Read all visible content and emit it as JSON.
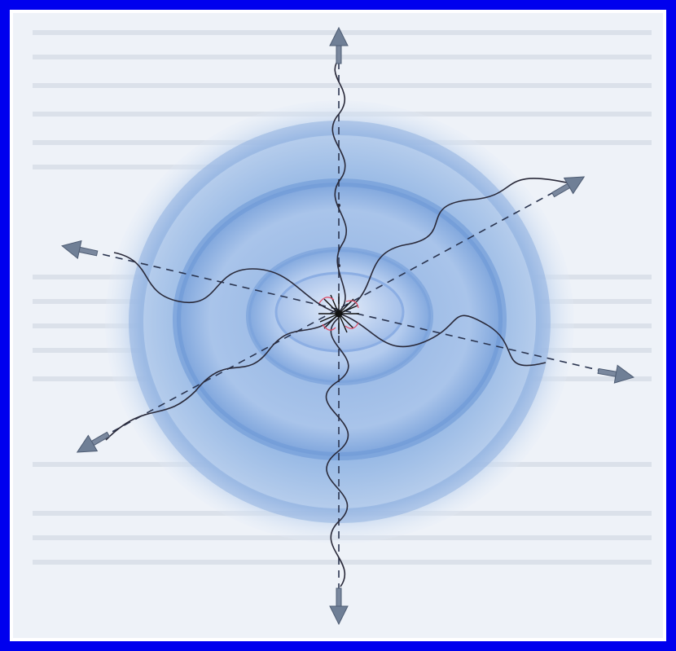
{
  "figure": {
    "description_label": "",
    "colors": {
      "frame": "#0000ee",
      "page": "#eef2f8",
      "sphere_light": "#d8e6f6",
      "sphere_mid": "#8fb3e2",
      "sphere_dark": "#5f8fd0",
      "wave": "#2a2a3a",
      "arrow": "#6f7f96",
      "source_center": "#111111",
      "source_accent": "#e0506a"
    },
    "rings": 3,
    "wave_directions": [
      "up",
      "down",
      "upper-right",
      "lower-left",
      "left",
      "right"
    ],
    "icons": [
      "arrow-icon",
      "source-point-icon",
      "wave-icon"
    ]
  }
}
